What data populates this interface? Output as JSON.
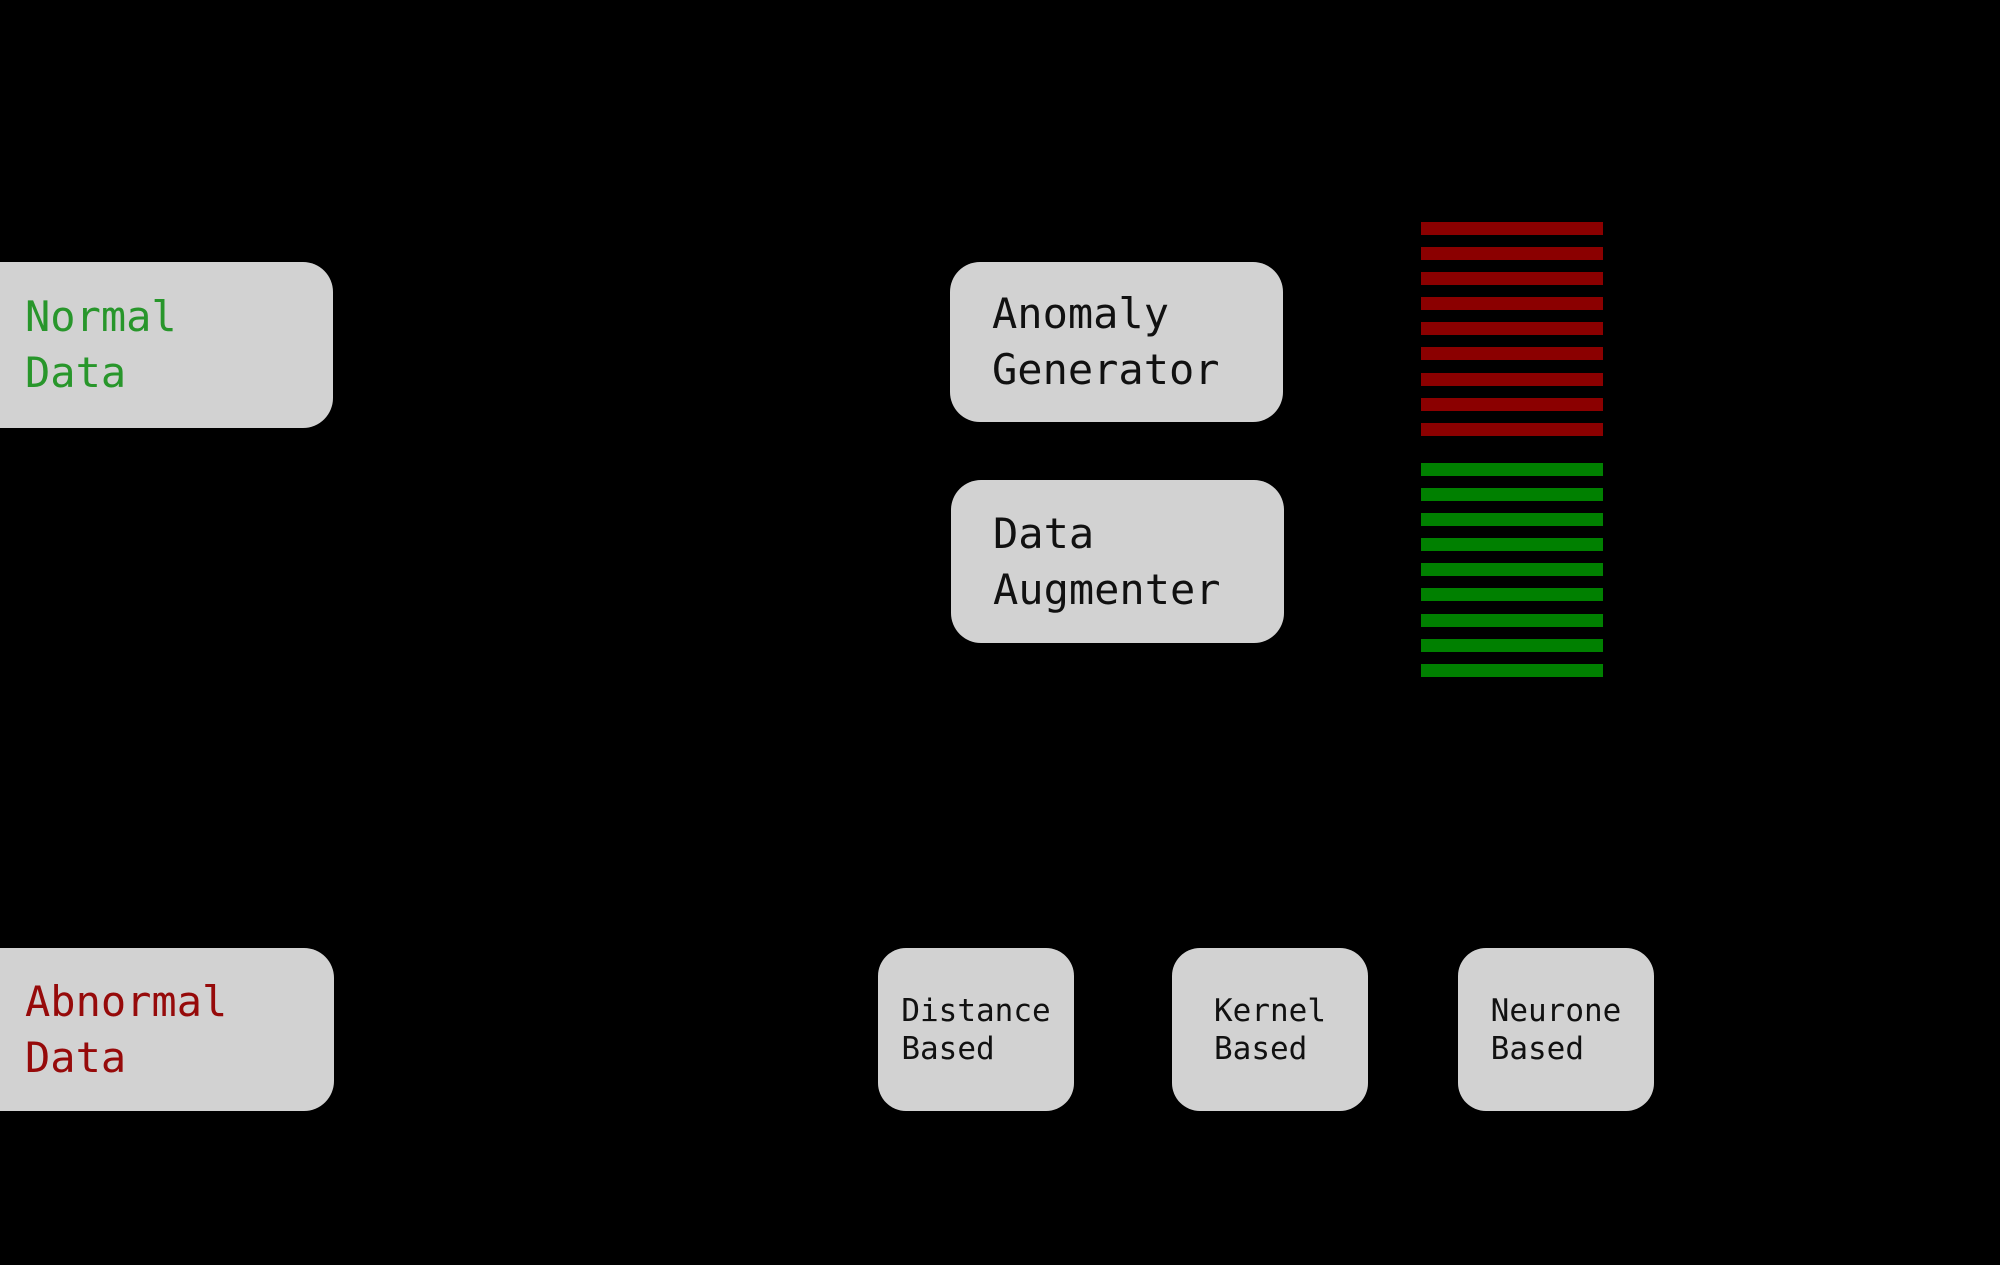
{
  "diagram": {
    "background": "#000000",
    "box_fill": "#D2D2D2",
    "nodes": {
      "normal_data": {
        "line1": "Normal",
        "line2": "Data",
        "text_color": "#28962B"
      },
      "abnormal_data": {
        "line1": "Abnormal",
        "line2": "Data",
        "text_color": "#960A0A"
      },
      "anomaly_generator": {
        "line1": "Anomaly",
        "line2": "Generator",
        "text_color": "#111111"
      },
      "data_augmenter": {
        "line1": "Data",
        "line2": "Augmenter",
        "text_color": "#111111"
      },
      "distance_based": {
        "line1": "Distance",
        "line2": "Based",
        "text_color": "#111111"
      },
      "kernel_based": {
        "line1": "Kernel",
        "line2": "Based",
        "text_color": "#111111"
      },
      "neurone_based": {
        "line1": "Neurone",
        "line2": "Based",
        "text_color": "#111111"
      }
    },
    "stripes": {
      "abnormal_samples": {
        "color": "#8B0000",
        "count": 9
      },
      "normal_samples": {
        "color": "#008000",
        "count": 9
      }
    }
  }
}
